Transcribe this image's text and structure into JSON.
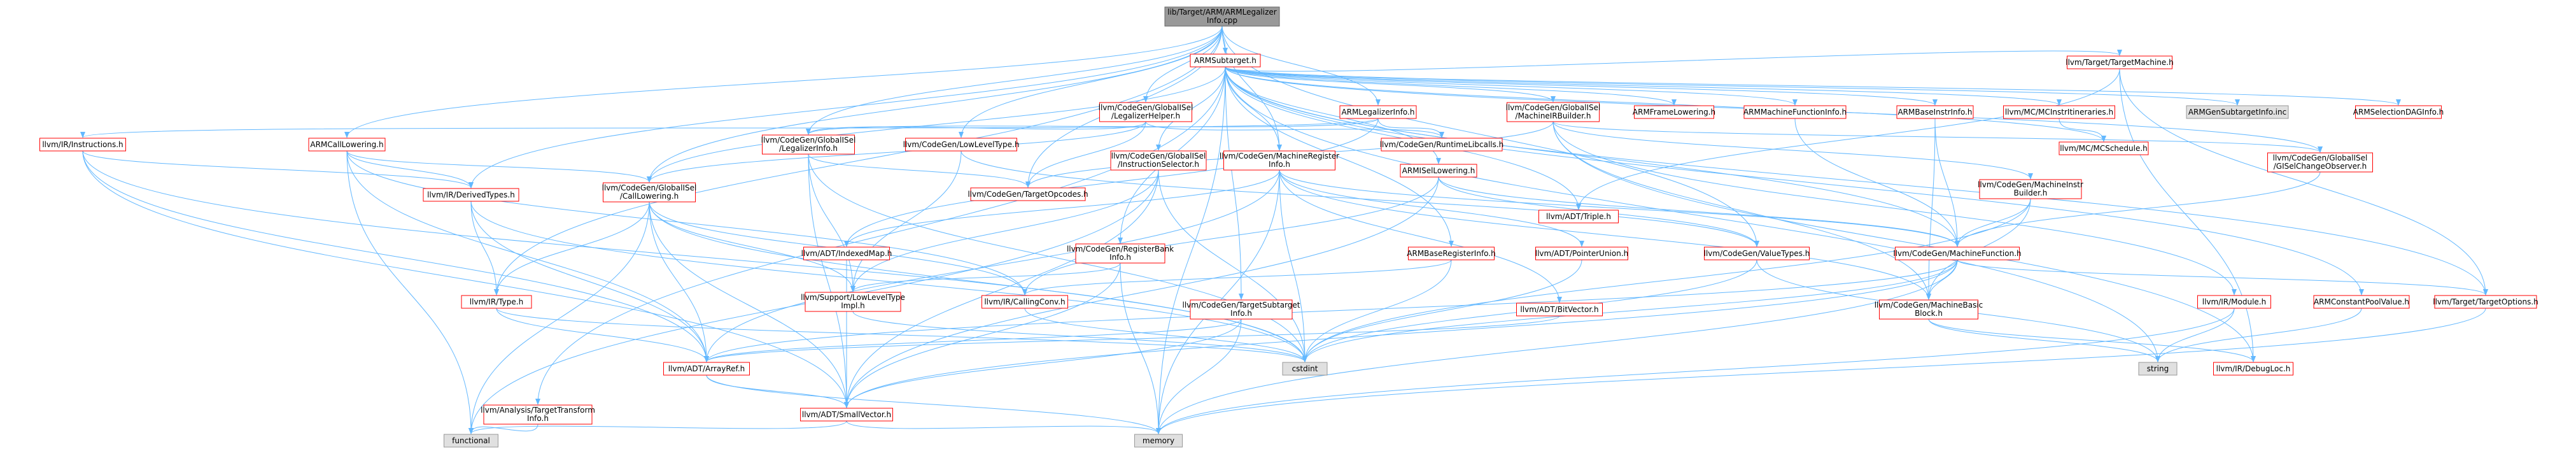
{
  "graph": {
    "title": "lib/Target/ARM/ARMLegalizerInfo.cpp",
    "colors": {
      "root_fill": "#999999",
      "node_fill": "#ffffff",
      "external_fill": "#e0e0e0",
      "internal_border": "#ff0000",
      "external_border": "#999999",
      "root_border": "#666666",
      "edge": "#63b8ff",
      "text": "#000000"
    },
    "nodes": [
      {
        "id": "root",
        "lines": [
          "lib/Target/ARM/ARMLegalizer",
          "Info.cpp"
        ],
        "kind": "root"
      },
      {
        "id": "arm_subtarget",
        "lines": [
          "ARMSubtarget.h"
        ],
        "kind": "internal"
      },
      {
        "id": "gisel_legalizer_helper",
        "lines": [
          "llvm/CodeGen/GlobalISel",
          "/LegalizerHelper.h"
        ],
        "kind": "internal"
      },
      {
        "id": "arm_legalizer_info",
        "lines": [
          "ARMLegalizerInfo.h"
        ],
        "kind": "internal"
      },
      {
        "id": "arm_call_lowering",
        "lines": [
          "ARMCallLowering.h"
        ],
        "kind": "internal"
      },
      {
        "id": "ir_instructions",
        "lines": [
          "llvm/IR/Instructions.h"
        ],
        "kind": "internal"
      },
      {
        "id": "gisel_legalizer_info",
        "lines": [
          "llvm/CodeGen/GlobalISel",
          "/LegalizerInfo.h"
        ],
        "kind": "internal"
      },
      {
        "id": "lowlevel_type",
        "lines": [
          "llvm/CodeGen/LowLevelType.h"
        ],
        "kind": "internal"
      },
      {
        "id": "ir_derived_types",
        "lines": [
          "llvm/IR/DerivedTypes.h"
        ],
        "kind": "internal"
      },
      {
        "id": "gisel_call_lowering",
        "lines": [
          "llvm/CodeGen/GlobalISel",
          "/CallLowering.h"
        ],
        "kind": "internal"
      },
      {
        "id": "target_opcodes",
        "lines": [
          "llvm/CodeGen/TargetOpcodes.h"
        ],
        "kind": "internal"
      },
      {
        "id": "runtime_libcalls",
        "lines": [
          "llvm/CodeGen/RuntimeLibcalls.h"
        ],
        "kind": "internal"
      },
      {
        "id": "mc_instr_itineraries",
        "lines": [
          "llvm/MC/MCInstrItineraries.h"
        ],
        "kind": "internal"
      },
      {
        "id": "arm_gen_subtarget_info",
        "lines": [
          "ARMGenSubtargetInfo.inc"
        ],
        "kind": "external"
      },
      {
        "id": "arm_selection_dag_info",
        "lines": [
          "ARMSelectionDAGInfo.h"
        ],
        "kind": "internal"
      },
      {
        "id": "arm_machine_function_info",
        "lines": [
          "ARMMachineFunctionInfo.h"
        ],
        "kind": "internal"
      },
      {
        "id": "arm_base_instr_info",
        "lines": [
          "ARMBaseInstrInfo.h"
        ],
        "kind": "internal"
      },
      {
        "id": "arm_frame_lowering",
        "lines": [
          "ARMFrameLowering.h"
        ],
        "kind": "internal"
      },
      {
        "id": "gisel_mi_builder",
        "lines": [
          "llvm/CodeGen/GlobalISel",
          "/MachineIRBuilder.h"
        ],
        "kind": "internal"
      },
      {
        "id": "target_machine",
        "lines": [
          "llvm/Target/TargetMachine.h"
        ],
        "kind": "internal"
      },
      {
        "id": "mc_schedule",
        "lines": [
          "llvm/MC/MCSchedule.h"
        ],
        "kind": "internal"
      },
      {
        "id": "gisel_instruction_selector",
        "lines": [
          "llvm/CodeGen/GlobalISel",
          "/InstructionSelector.h"
        ],
        "kind": "internal"
      },
      {
        "id": "machine_register_info",
        "lines": [
          "llvm/CodeGen/MachineRegister",
          "Info.h"
        ],
        "kind": "internal"
      },
      {
        "id": "arm_isel_lowering",
        "lines": [
          "ARMISelLowering.h"
        ],
        "kind": "internal"
      },
      {
        "id": "gisel_change_observer",
        "lines": [
          "llvm/CodeGen/GlobalISel",
          "/GISelChangeObserver.h"
        ],
        "kind": "internal"
      },
      {
        "id": "adt_triple",
        "lines": [
          "llvm/ADT/Triple.h"
        ],
        "kind": "internal"
      },
      {
        "id": "machine_instr_builder",
        "lines": [
          "llvm/CodeGen/MachineInstr",
          "Builder.h"
        ],
        "kind": "internal"
      },
      {
        "id": "adt_indexed_map",
        "lines": [
          "llvm/ADT/IndexedMap.h"
        ],
        "kind": "internal"
      },
      {
        "id": "register_bank_info",
        "lines": [
          "llvm/CodeGen/RegisterBank",
          "Info.h"
        ],
        "kind": "internal"
      },
      {
        "id": "arm_base_register_info",
        "lines": [
          "ARMBaseRegisterInfo.h"
        ],
        "kind": "internal"
      },
      {
        "id": "adt_pointer_union",
        "lines": [
          "llvm/ADT/PointerUnion.h"
        ],
        "kind": "internal"
      },
      {
        "id": "value_types",
        "lines": [
          "llvm/CodeGen/ValueTypes.h"
        ],
        "kind": "internal"
      },
      {
        "id": "machine_function",
        "lines": [
          "llvm/CodeGen/MachineFunction.h"
        ],
        "kind": "internal"
      },
      {
        "id": "support_lowlevel_type_impl",
        "lines": [
          "llvm/Support/LowLevelType",
          "Impl.h"
        ],
        "kind": "internal"
      },
      {
        "id": "ir_calling_conv",
        "lines": [
          "llvm/IR/CallingConv.h"
        ],
        "kind": "internal"
      },
      {
        "id": "target_subtarget_info",
        "lines": [
          "llvm/CodeGen/TargetSubtarget",
          "Info.h"
        ],
        "kind": "internal"
      },
      {
        "id": "adt_bit_vector",
        "lines": [
          "llvm/ADT/BitVector.h"
        ],
        "kind": "internal"
      },
      {
        "id": "machine_basic_block",
        "lines": [
          "llvm/CodeGen/MachineBasic",
          "Block.h"
        ],
        "kind": "internal"
      },
      {
        "id": "ir_module",
        "lines": [
          "llvm/IR/Module.h"
        ],
        "kind": "internal"
      },
      {
        "id": "arm_constant_pool_value",
        "lines": [
          "ARMConstantPoolValue.h"
        ],
        "kind": "internal"
      },
      {
        "id": "target_options",
        "lines": [
          "llvm/Target/TargetOptions.h"
        ],
        "kind": "internal"
      },
      {
        "id": "ir_type",
        "lines": [
          "llvm/IR/Type.h"
        ],
        "kind": "internal"
      },
      {
        "id": "cstdint",
        "lines": [
          "cstdint"
        ],
        "kind": "external"
      },
      {
        "id": "adt_array_ref",
        "lines": [
          "llvm/ADT/ArrayRef.h"
        ],
        "kind": "internal"
      },
      {
        "id": "string",
        "lines": [
          "string"
        ],
        "kind": "external"
      },
      {
        "id": "ir_debug_loc",
        "lines": [
          "llvm/IR/DebugLoc.h"
        ],
        "kind": "internal"
      },
      {
        "id": "analysis_tti_info",
        "lines": [
          "llvm/Analysis/TargetTransform",
          "Info.h"
        ],
        "kind": "internal"
      },
      {
        "id": "adt_small_vector",
        "lines": [
          "llvm/ADT/SmallVector.h"
        ],
        "kind": "internal"
      },
      {
        "id": "functional",
        "lines": [
          "functional"
        ],
        "kind": "external"
      },
      {
        "id": "memory",
        "lines": [
          "memory"
        ],
        "kind": "external"
      }
    ]
  }
}
